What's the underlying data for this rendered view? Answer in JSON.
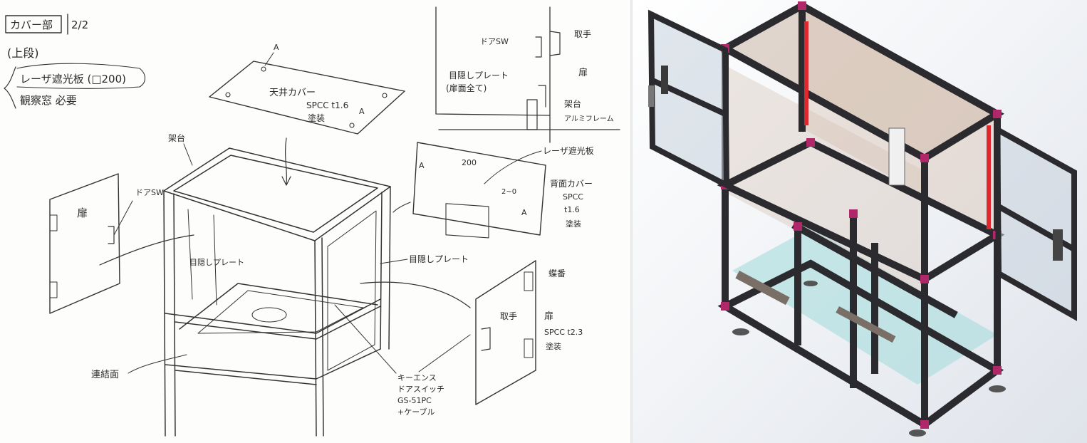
{
  "sketch": {
    "title": "カバー部",
    "page": "2/2",
    "section": "(上段)",
    "note_line1": "レーザ遮光板 (□200)",
    "note_line2": "観察窓 必要",
    "ceiling_label": "天井カバー",
    "ceiling_spec": "SPCC t1.6",
    "ceiling_finish": "塗装",
    "marker_a": "A",
    "frame_label": "架台",
    "door_label_left": "扉",
    "door_sw_label": "ドアSW",
    "hide_plate_inner": "目隠しプレート",
    "hide_plate_right": "目隠しプレート",
    "dim_200": "200",
    "dim_v": "2~0",
    "laser_plate": "レーザ遮光板",
    "back_cover": "背面カバー",
    "back_spec": "SPCC",
    "back_thickness": "t1.6",
    "back_finish": "塗装",
    "detail_door_sw": "ドアSW",
    "detail_handle": "取手",
    "detail_door": "扉",
    "detail_hide_plate": "目隠しプレート",
    "detail_hide_plate2": "(扉面全て)",
    "detail_frame": "架台",
    "detail_frame2": "アルミフレーム",
    "hinge_label": "蝶番",
    "handle_label": "取手",
    "door_label_right": "扉",
    "door_spec": "SPCC t2.3",
    "door_finish": "塗装",
    "lower_label": "連結面",
    "switch_l1": "キーエンス",
    "switch_l2": "ドアスイッチ",
    "switch_l3": "GS-51PC",
    "switch_l4": "+ケーブル"
  },
  "render": {
    "colors": {
      "frame": "#2b2b2f",
      "accent": "#e0262e",
      "glass": "#b7cfd6",
      "panel": "#c9b3a4",
      "floor": "#9fd8d8"
    }
  }
}
